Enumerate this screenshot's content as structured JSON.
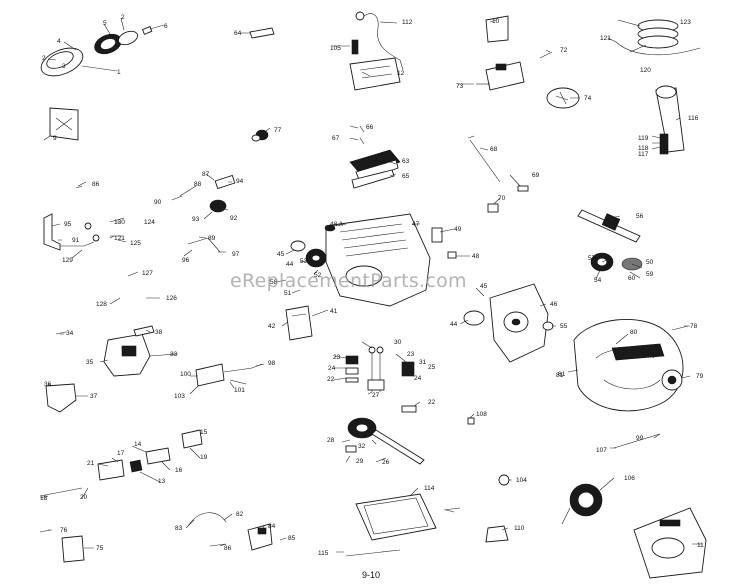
{
  "watermark": "eReplacementParts.com",
  "page_number": "9-10",
  "callouts": [
    "1",
    "2",
    "3",
    "4",
    "5",
    "6",
    "9",
    "10",
    "11",
    "12",
    "13",
    "14",
    "15",
    "16",
    "17",
    "18",
    "19",
    "20",
    "21",
    "22",
    "23",
    "24",
    "25",
    "26",
    "27",
    "28",
    "29",
    "30",
    "31",
    "32",
    "33",
    "34",
    "35",
    "36",
    "37",
    "38",
    "41",
    "42",
    "44",
    "45",
    "46",
    "47",
    "48",
    "48 A",
    "49",
    "50",
    "51",
    "52",
    "53",
    "54",
    "55",
    "56",
    "57",
    "58",
    "59",
    "60",
    "61",
    "63",
    "64",
    "65",
    "66",
    "67",
    "68",
    "69",
    "70",
    "72",
    "73",
    "74",
    "75",
    "76",
    "77",
    "78",
    "79",
    "80",
    "81",
    "82",
    "83",
    "84",
    "85",
    "86",
    "87",
    "88",
    "89",
    "90",
    "91",
    "92",
    "93",
    "94",
    "95",
    "96",
    "97",
    "98",
    "99",
    "100",
    "101",
    "103",
    "104",
    "105",
    "106",
    "107",
    "108",
    "110",
    "112",
    "114",
    "115",
    "116",
    "117",
    "118",
    "119",
    "120",
    "121",
    "123",
    "124",
    "125",
    "126",
    "127",
    "128",
    "129",
    "130"
  ]
}
